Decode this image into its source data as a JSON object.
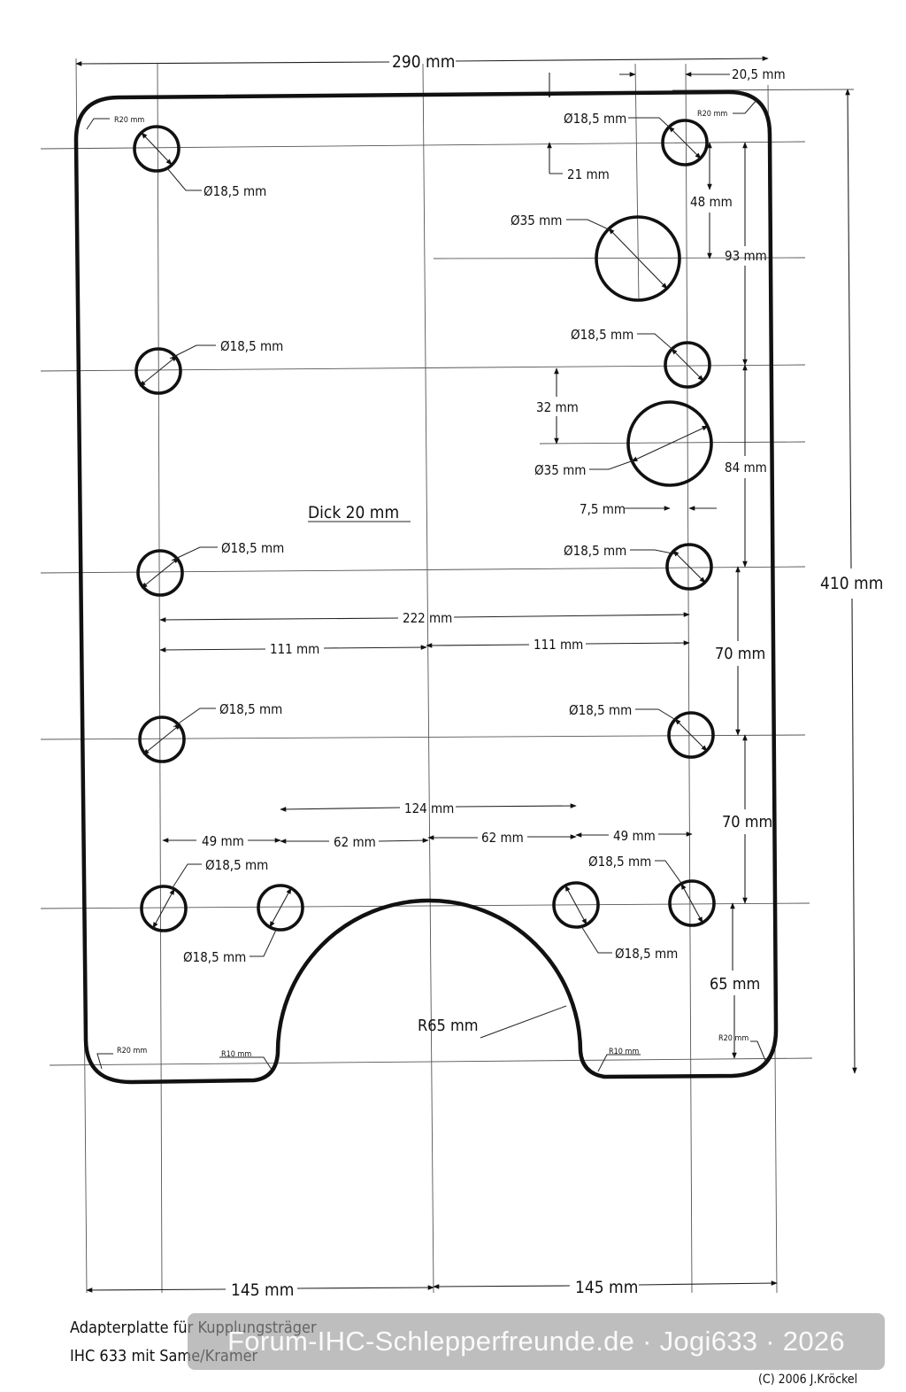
{
  "plate": {
    "width_label": "290 mm",
    "height_label": "410 mm",
    "thickness_label": "Dick 20 mm",
    "half_width_left": "145 mm",
    "half_width_right": "145 mm"
  },
  "dimensions": {
    "top_right_offset": "20,5 mm",
    "top_hole_offset": "21 mm",
    "right_48": "48 mm",
    "right_93": "93 mm",
    "right_84": "84 mm",
    "right_70_upper": "70 mm",
    "right_70_lower": "70 mm",
    "right_65": "65 mm",
    "gap_32": "32 mm",
    "offset_7_5": "7,5 mm",
    "span_222": "222 mm",
    "span_111_left": "111 mm",
    "span_111_right": "111 mm",
    "span_124": "124 mm",
    "span_49_left": "49 mm",
    "span_62_left": "62 mm",
    "span_62_right": "62 mm",
    "span_49_right": "49 mm"
  },
  "holes": {
    "left_1": "Ø18,5 mm",
    "left_2": "Ø18,5 mm",
    "left_3": "Ø18,5 mm",
    "left_4": "Ø18,5 mm",
    "left_5": "Ø18,5 mm",
    "right_1": "Ø18,5 mm",
    "right_2": "Ø18,5 mm",
    "right_3": "Ø18,5 mm",
    "right_4": "Ø18,5 mm",
    "right_5": "Ø18,5 mm",
    "inner_left": "Ø18,5 mm",
    "inner_right": "Ø18,5 mm",
    "large_upper": "Ø35 mm",
    "large_lower": "Ø35 mm"
  },
  "radii": {
    "top_left": "R20 mm",
    "top_right": "R20 mm",
    "bottom_left": "R20 mm",
    "bottom_right": "R20 mm",
    "cutout_left_fillet": "R10 mm",
    "cutout_right_fillet": "R10 mm",
    "cutout": "R65 mm"
  },
  "title_block": {
    "line1": "Adapterplatte für Kupplungsträger",
    "line2": "IHC 633 mit Same/Kramer",
    "copyright": "(C) 2006 J.Kröckel"
  },
  "watermark": "Forum-IHC-Schlepperfreunde.de · Jogi633 · 2026"
}
